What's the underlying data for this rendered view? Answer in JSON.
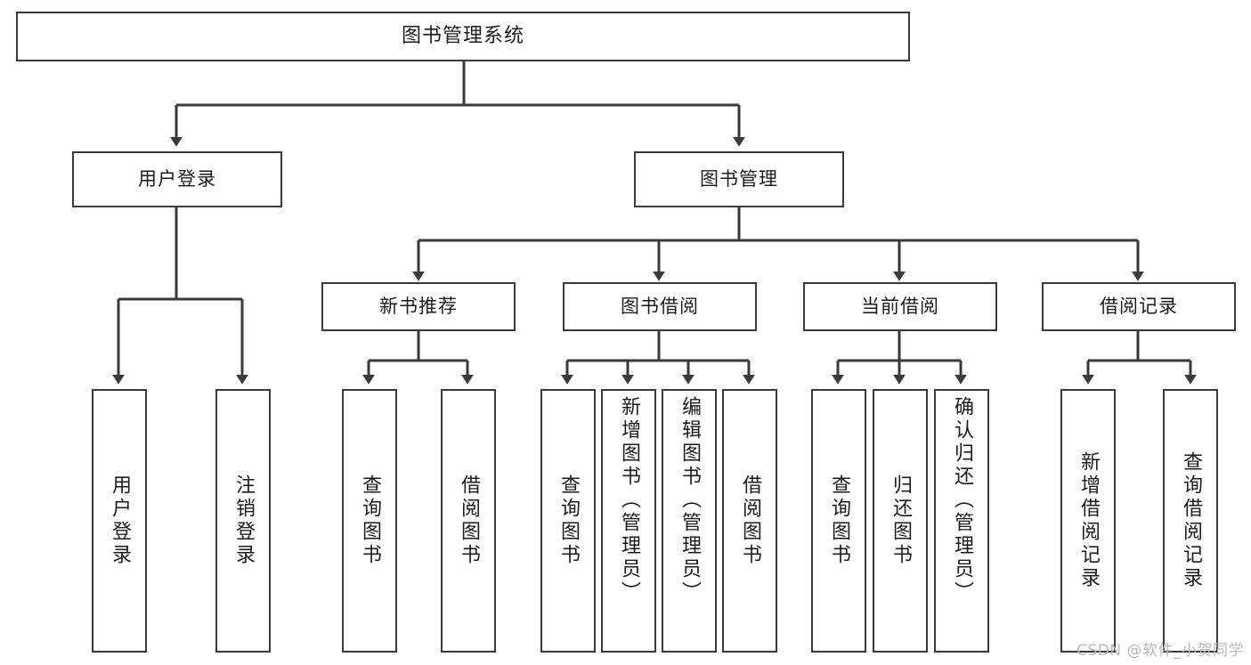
{
  "diagram": {
    "title": "图书管理系统",
    "type": "tree-hierarchy-chart",
    "colors": {
      "box_border": "#3a3a3a",
      "box_fill": "#ffffff",
      "connector": "#3a3a3a",
      "text": "#1c1c1c",
      "watermark": "#b9b9b9",
      "background": "#ffffff"
    },
    "root": {
      "label": "图书管理系统"
    },
    "tier1": [
      {
        "id": "user-login",
        "label": "用户登录"
      },
      {
        "id": "book-management",
        "label": "图书管理"
      }
    ],
    "tier2": [
      {
        "id": "new-book-recommend",
        "label": "新书推荐"
      },
      {
        "id": "book-borrow",
        "label": "图书借阅"
      },
      {
        "id": "current-borrow",
        "label": "当前借阅"
      },
      {
        "id": "borrow-record",
        "label": "借阅记录"
      }
    ],
    "leaves": {
      "user_login": [
        {
          "id": "leaf-user-login",
          "label": "用户登录"
        },
        {
          "id": "leaf-logout-login",
          "label": "注销登录"
        }
      ],
      "new_book_recommend": [
        {
          "id": "leaf-query-book-1",
          "label": "查询图书"
        },
        {
          "id": "leaf-borrow-book-1",
          "label": "借阅图书"
        }
      ],
      "book_borrow": [
        {
          "id": "leaf-query-book-2",
          "label": "查询图书"
        },
        {
          "id": "leaf-add-book",
          "label": "新增图书（管理员）"
        },
        {
          "id": "leaf-edit-book",
          "label": "编辑图书（管理员）"
        },
        {
          "id": "leaf-borrow-book-2",
          "label": "借阅图书"
        }
      ],
      "current_borrow": [
        {
          "id": "leaf-query-book-3",
          "label": "查询图书"
        },
        {
          "id": "leaf-return-book",
          "label": "归还图书"
        },
        {
          "id": "leaf-confirm-return",
          "label": "确认归还（管理员）"
        }
      ],
      "borrow_record": [
        {
          "id": "leaf-add-record",
          "label": "新增借阅记录"
        },
        {
          "id": "leaf-query-record",
          "label": "查询借阅记录"
        }
      ]
    }
  },
  "watermark": {
    "text": "CSDN @软件_小贺同学"
  }
}
